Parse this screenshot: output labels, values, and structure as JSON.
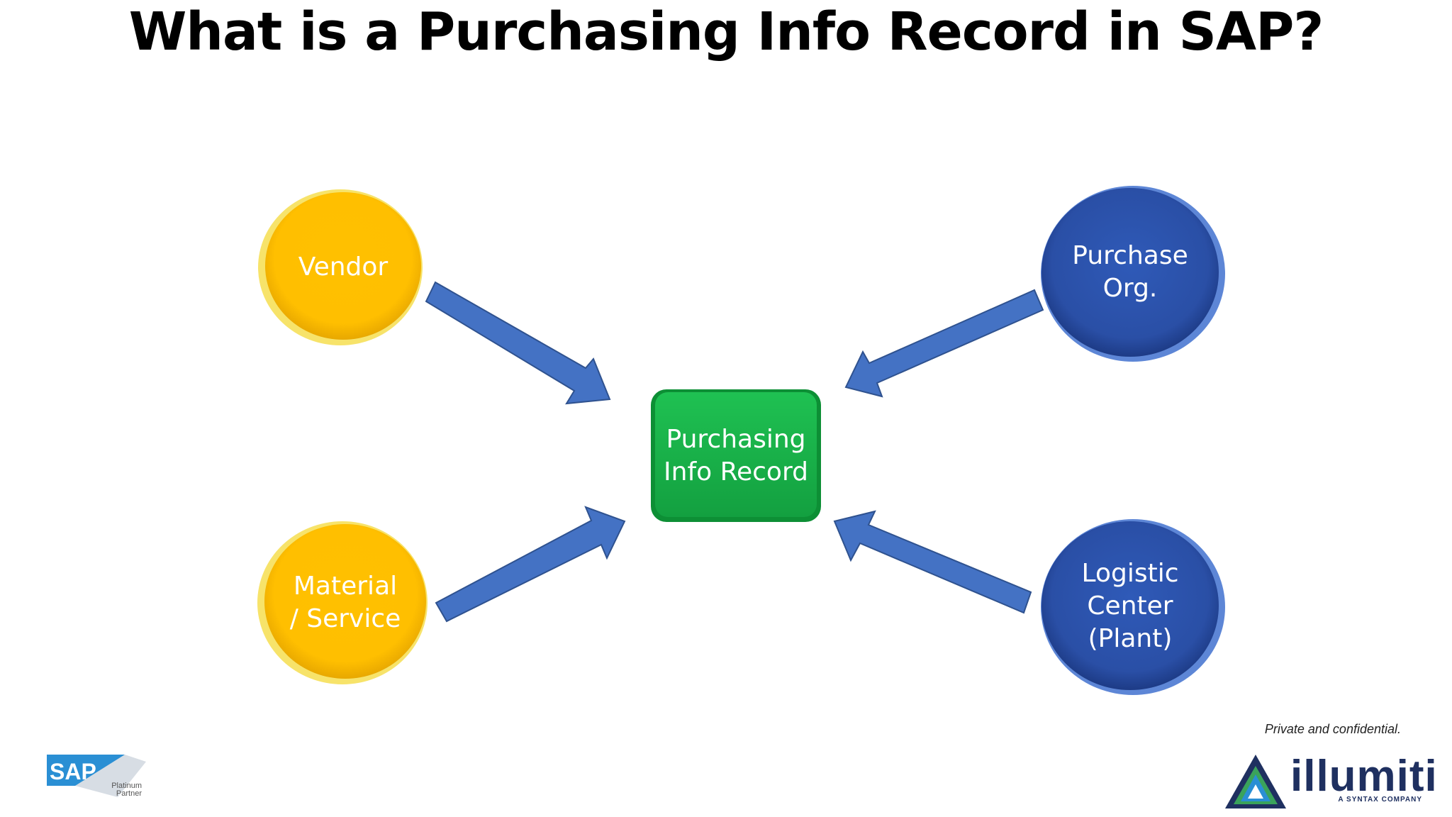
{
  "slide": {
    "title": "What is a Purchasing Info Record in SAP?",
    "footer_note": "Private and confidential."
  },
  "nodes": {
    "vendor": "Vendor",
    "material": "Material\n/ Service",
    "center": "Purchasing\nInfo Record",
    "purchase_org": "Purchase\nOrg.",
    "plant": "Logistic\nCenter\n(Plant)"
  },
  "colors": {
    "yellow": "#ffc000",
    "blue": "#2e55b0",
    "green": "#18b34a",
    "arrow": "#4472c4"
  },
  "logos": {
    "sap_text": "SAP",
    "sap_partner": "Platinum\nPartner",
    "illumiti_text": "illumiti",
    "illumiti_sub": "A SYNTAX COMPANY"
  },
  "arrows": [
    {
      "from": "vendor",
      "to": "center"
    },
    {
      "from": "material",
      "to": "center"
    },
    {
      "from": "purchase_org",
      "to": "center"
    },
    {
      "from": "plant",
      "to": "center"
    }
  ]
}
